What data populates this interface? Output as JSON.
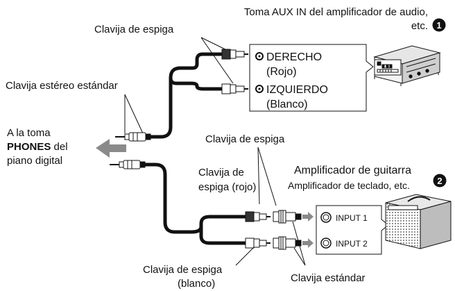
{
  "labels": {
    "aux_in_line1": "Toma AUX IN del amplificador de audio,",
    "aux_in_line2": "etc.",
    "badge_1": "1",
    "pin_plug_top": "Clavija de espiga",
    "stereo_plug": "Clavija estéreo estándar",
    "to_jack_line1": "A la toma",
    "to_jack_bold": "PHONES",
    "to_jack_rest": " del",
    "to_jack_line3": "piano digital",
    "derecho": "DERECHO",
    "rojo": "(Rojo)",
    "izquierdo": "IZQUIERDO",
    "blanco": "(Blanco)",
    "pin_plug_mid": "Clavija de espiga",
    "pin_red_line1": "Clavija de",
    "pin_red_line2": "espiga (rojo)",
    "guitar_amp": "Amplificador de guitarra",
    "keyboard_amp": "Amplificador de teclado, etc.",
    "badge_2": "2",
    "input1": "INPUT 1",
    "input2": "INPUT 2",
    "pin_white_line1": "Clavija de espiga",
    "pin_white_line2": "(blanco)",
    "standard_plug": "Clavija estándar"
  },
  "colors": {
    "cable": "#111111",
    "arrow": "#8a8a8a",
    "device_fill": "#f2f2f2"
  }
}
